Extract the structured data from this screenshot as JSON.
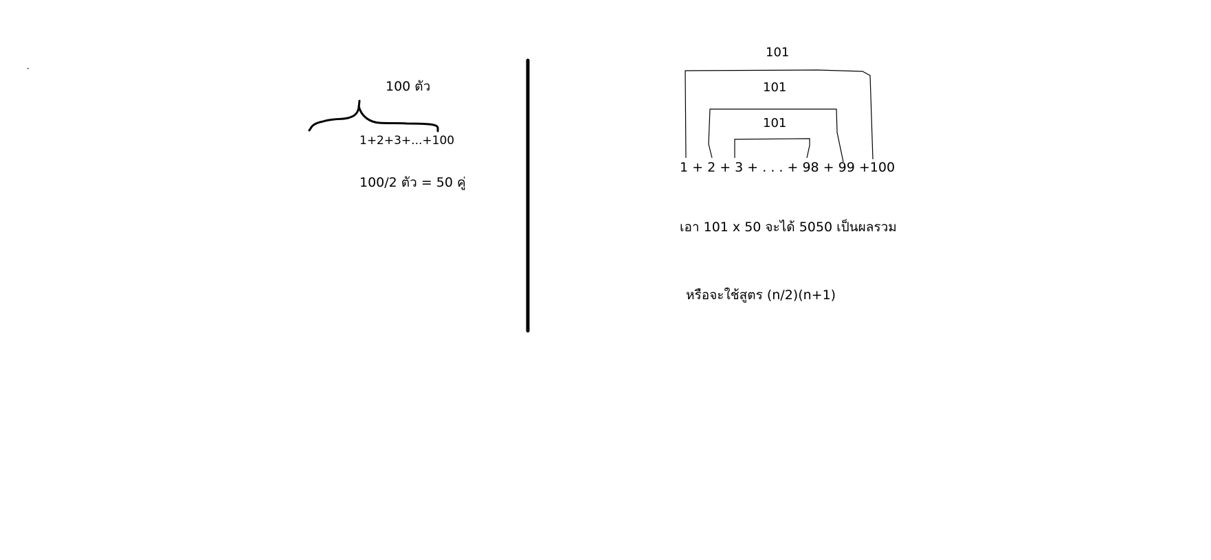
{
  "left": {
    "brace_label": "100 ตัว",
    "series": "1+2+3+...+100",
    "pairs": "100/2 ตัว = 50 คู่"
  },
  "right": {
    "pair_sums": [
      "101",
      "101",
      "101"
    ],
    "series": "1 + 2 + 3 + . . . + 98 + 99 +100",
    "result": "เอา 101 x 50 จะได้ 5050 เป็นผลรวม",
    "formula": "หรือจะใช้สูตร (n/2)(n+1)"
  },
  "colors": {
    "ink": "#000000",
    "background": "#ffffff"
  }
}
